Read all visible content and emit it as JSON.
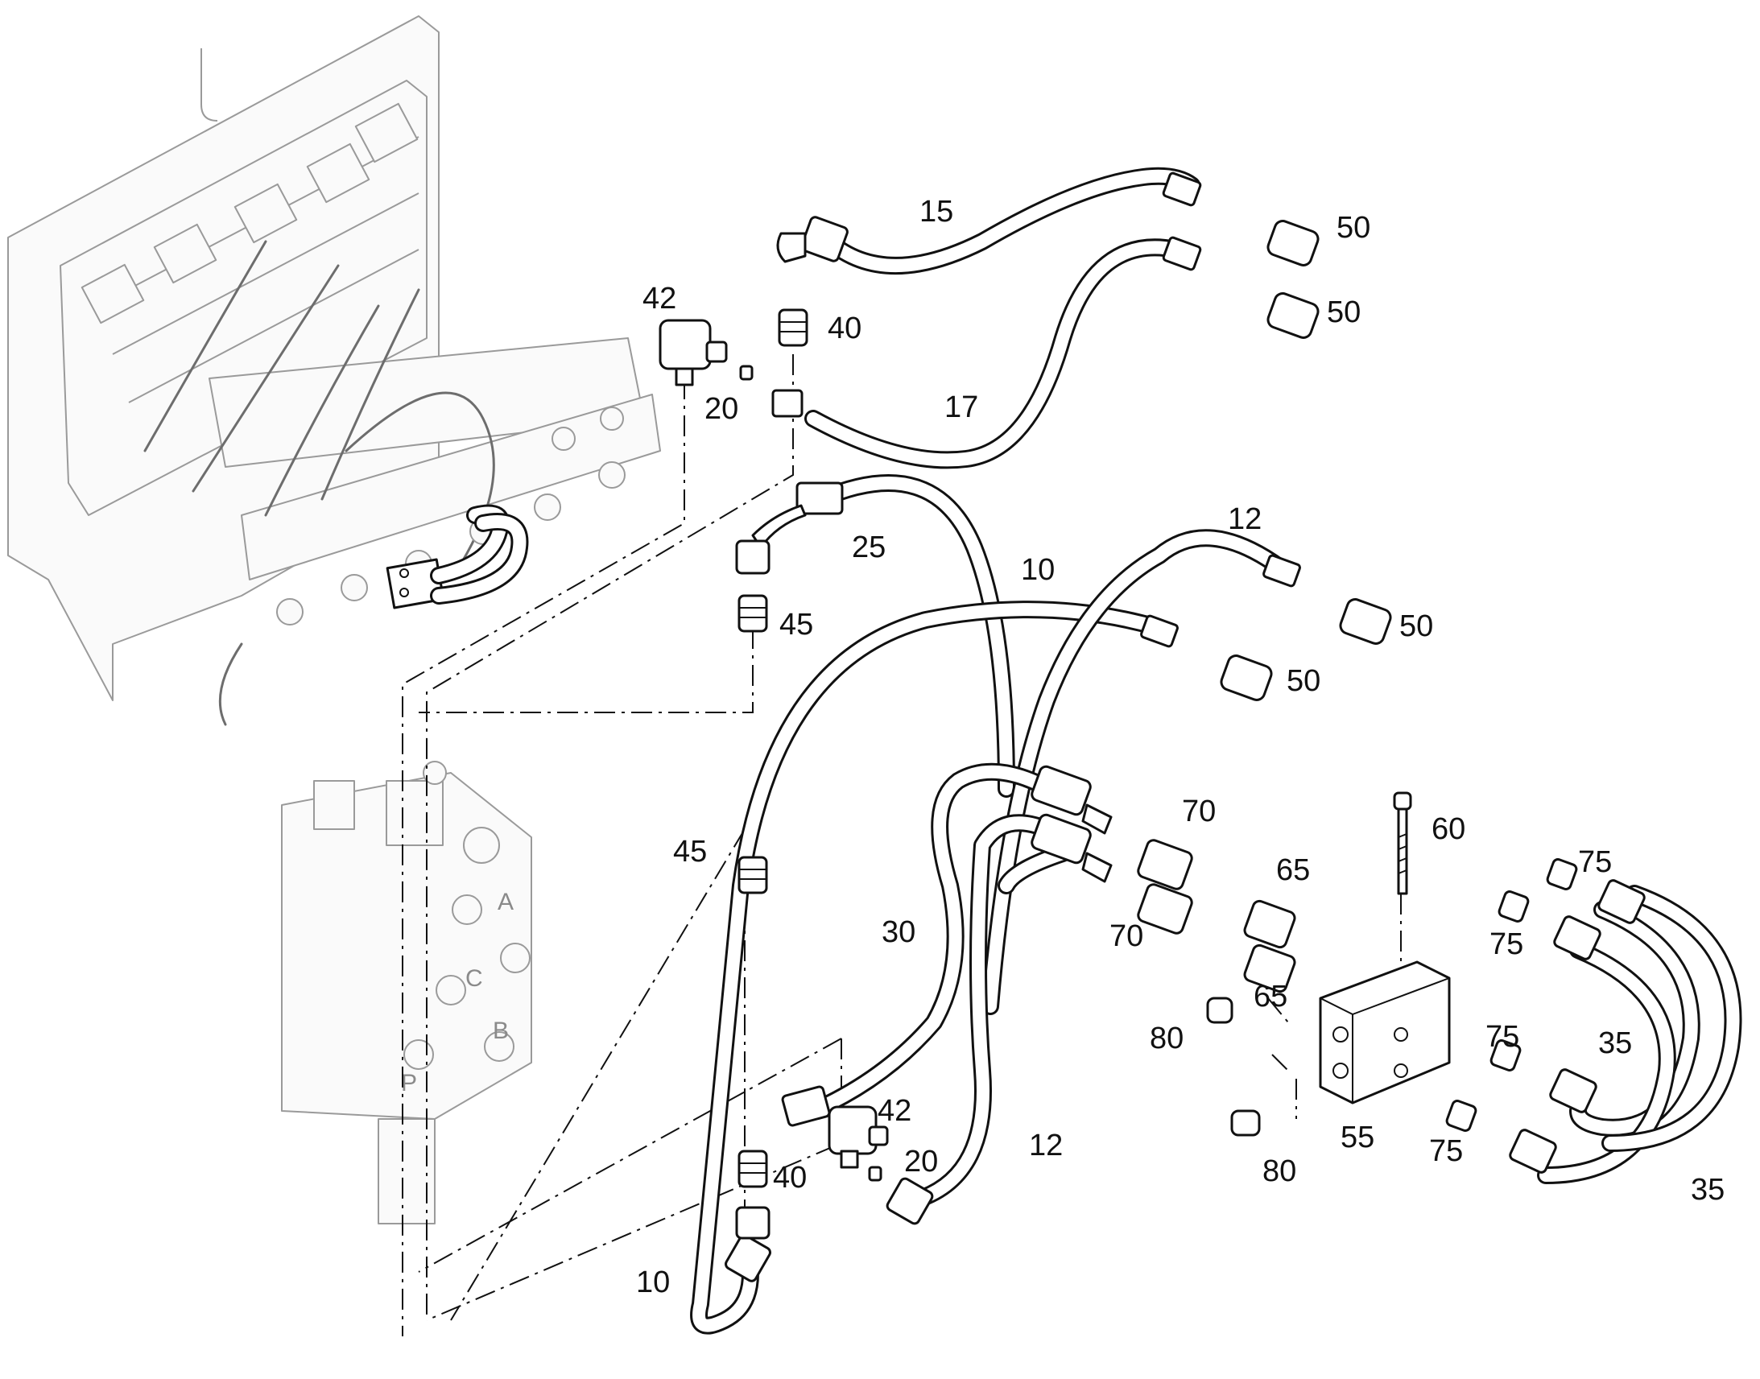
{
  "callouts": {
    "c15": "15",
    "c50a": "50",
    "c50b": "50",
    "c50c": "50",
    "c50d": "50",
    "c42a": "42",
    "c40a": "40",
    "c20a": "20",
    "c17": "17",
    "c25": "25",
    "c12a": "12",
    "c10a": "10",
    "c45a": "45",
    "c45b": "45",
    "c70a": "70",
    "c70b": "70",
    "c60": "60",
    "c65a": "65",
    "c65b": "65",
    "c75a": "75",
    "c75b": "75",
    "c75c": "75",
    "c75d": "75",
    "c30": "30",
    "c80a": "80",
    "c80b": "80",
    "c35a": "35",
    "c35b": "35",
    "c42b": "42",
    "c20b": "20",
    "c12b": "12",
    "c55": "55",
    "c40b": "40",
    "c10b": "10"
  },
  "valve_ports": {
    "a": "A",
    "c": "C",
    "b": "B",
    "p": "P"
  }
}
